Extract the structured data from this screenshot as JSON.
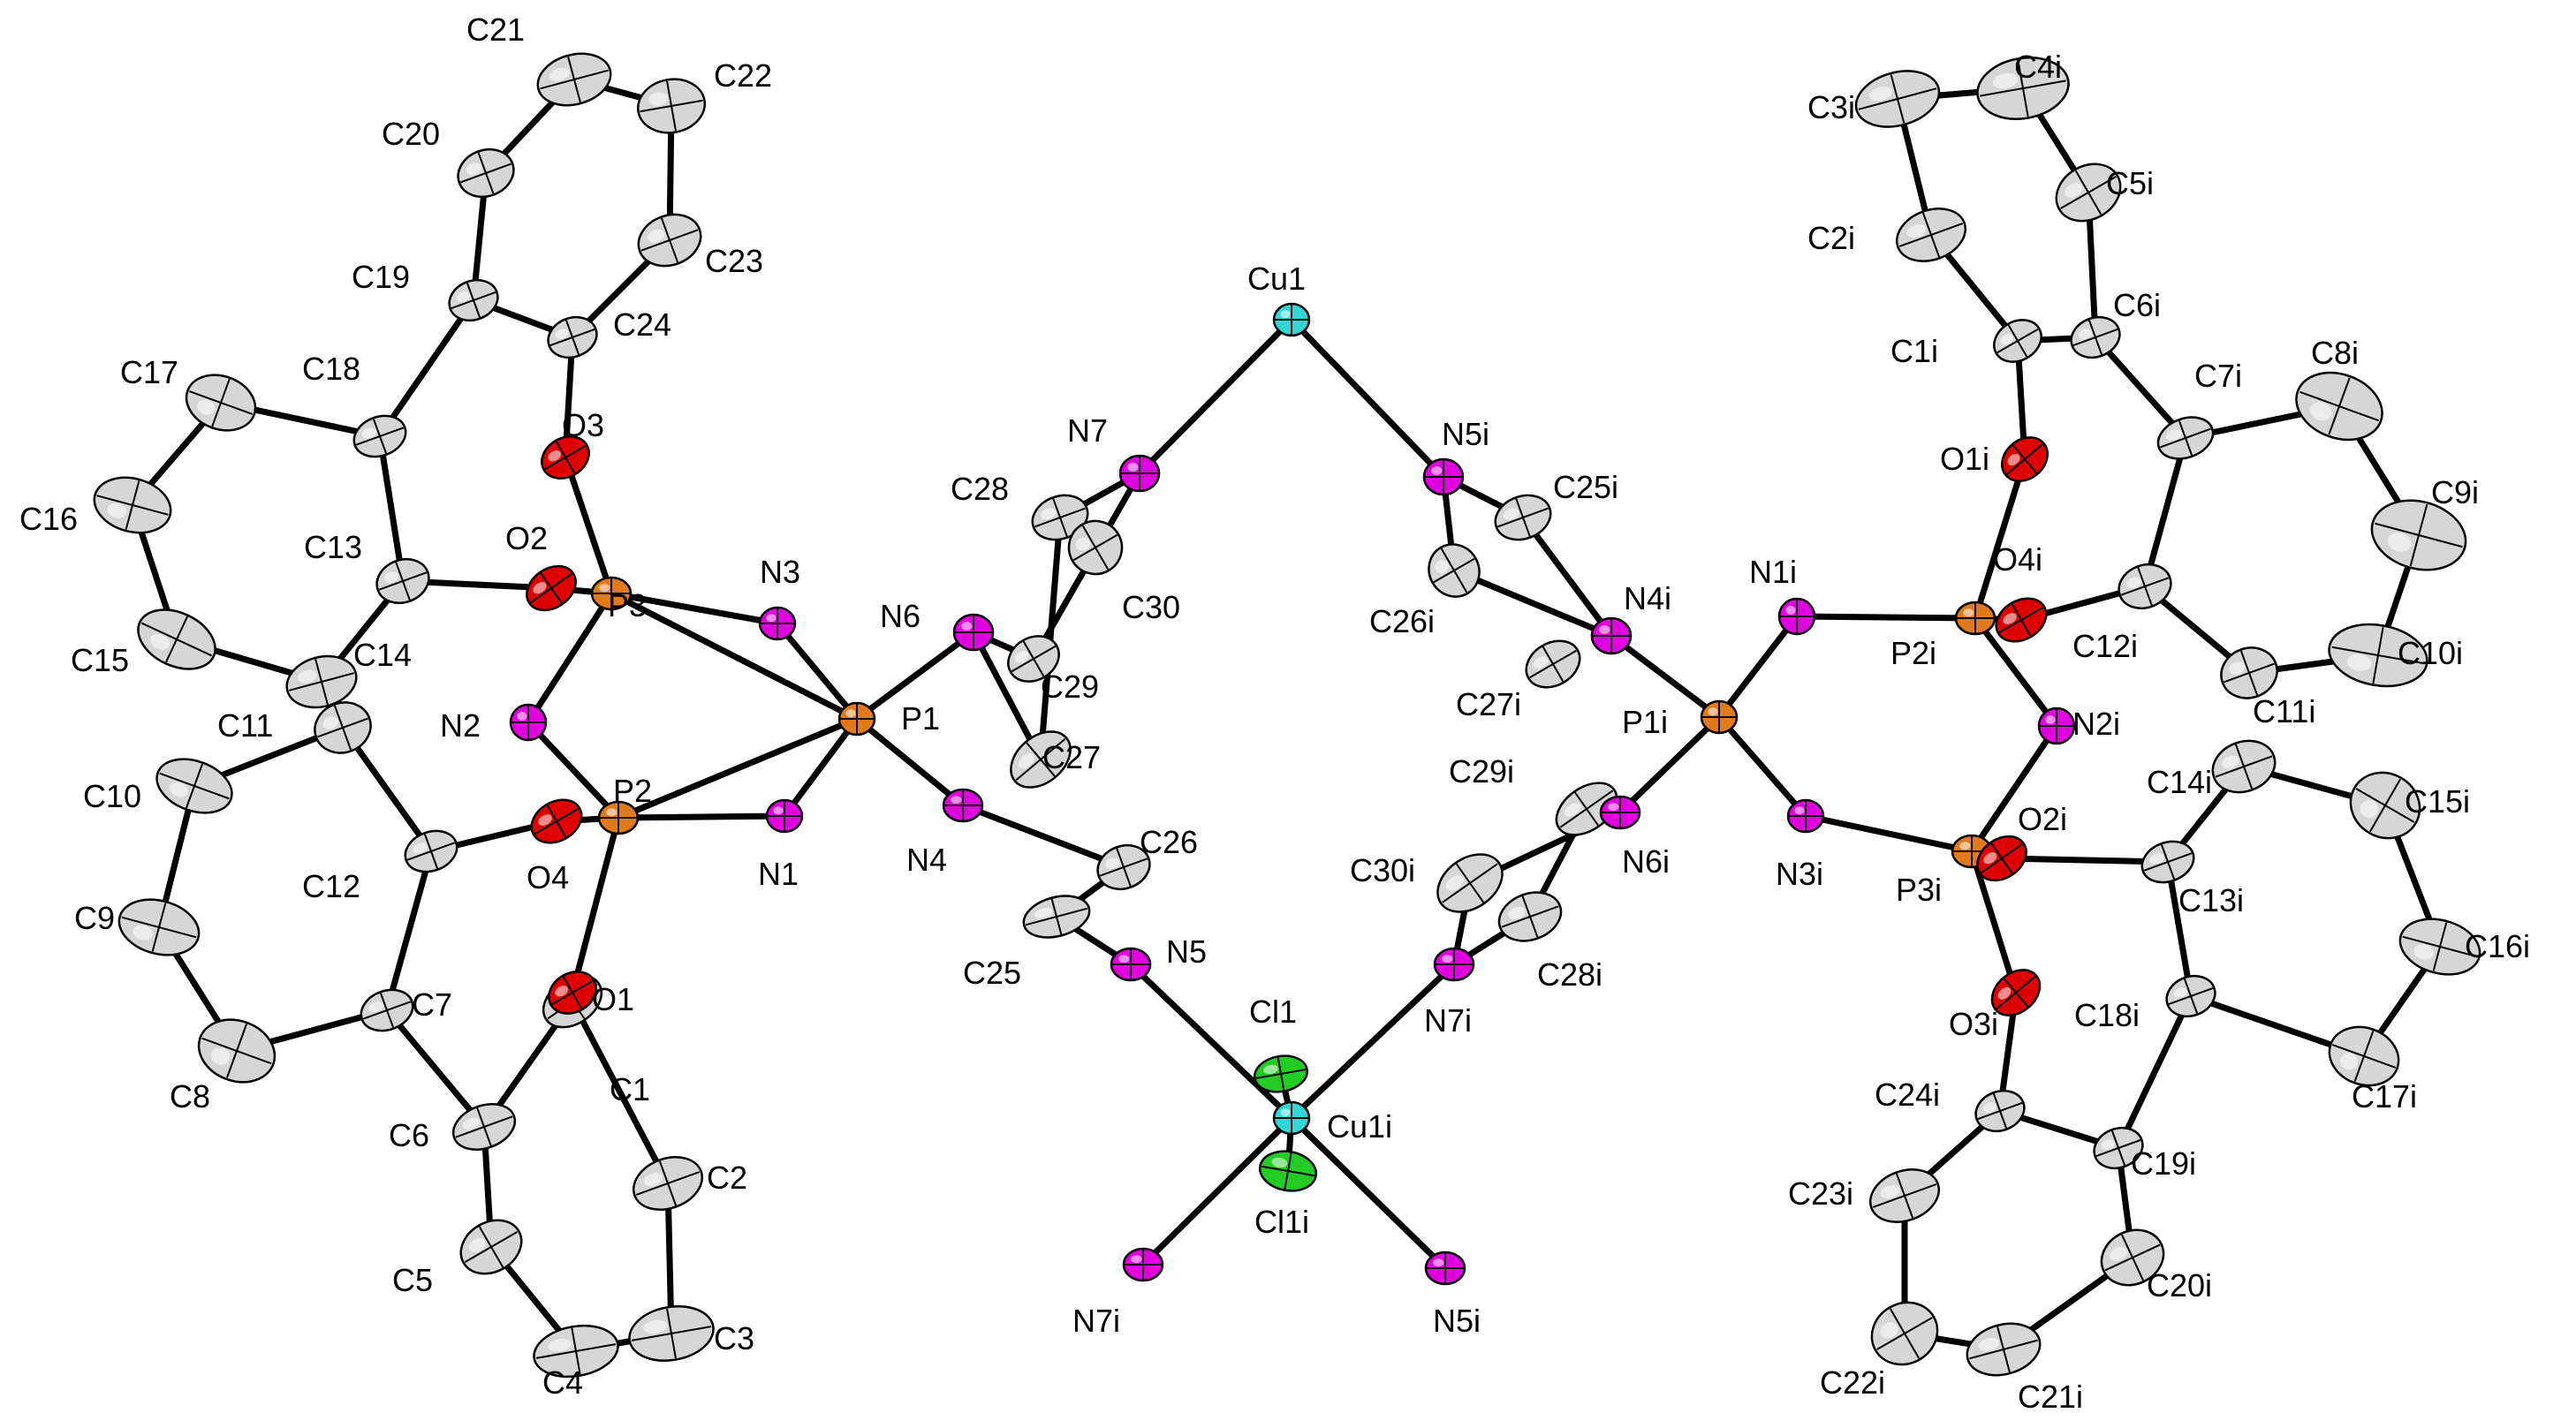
{
  "colors": {
    "background": "#ffffff",
    "bond": "#000000",
    "carbon": "#d6d6d6",
    "nitrogen": "#e000e0",
    "phosphorus": "#e07a1a",
    "oxygen": "#e00000",
    "copper": "#33d6d6",
    "chlorine": "#22cc22"
  },
  "atoms": [
    {
      "label": "C1",
      "element": "C"
    },
    {
      "label": "C2",
      "element": "C"
    },
    {
      "label": "C3",
      "element": "C"
    },
    {
      "label": "C4",
      "element": "C"
    },
    {
      "label": "C5",
      "element": "C"
    },
    {
      "label": "C6",
      "element": "C"
    },
    {
      "label": "C7",
      "element": "C"
    },
    {
      "label": "C8",
      "element": "C"
    },
    {
      "label": "C9",
      "element": "C"
    },
    {
      "label": "C10",
      "element": "C"
    },
    {
      "label": "C11",
      "element": "C"
    },
    {
      "label": "C12",
      "element": "C"
    },
    {
      "label": "C13",
      "element": "C"
    },
    {
      "label": "C14",
      "element": "C"
    },
    {
      "label": "C15",
      "element": "C"
    },
    {
      "label": "C16",
      "element": "C"
    },
    {
      "label": "C17",
      "element": "C"
    },
    {
      "label": "C18",
      "element": "C"
    },
    {
      "label": "C19",
      "element": "C"
    },
    {
      "label": "C20",
      "element": "C"
    },
    {
      "label": "C21",
      "element": "C"
    },
    {
      "label": "C22",
      "element": "C"
    },
    {
      "label": "C23",
      "element": "C"
    },
    {
      "label": "C24",
      "element": "C"
    },
    {
      "label": "O1",
      "element": "O"
    },
    {
      "label": "O2",
      "element": "O"
    },
    {
      "label": "O3",
      "element": "O"
    },
    {
      "label": "O4",
      "element": "O"
    },
    {
      "label": "P1",
      "element": "P"
    },
    {
      "label": "P2",
      "element": "P"
    },
    {
      "label": "P3",
      "element": "P"
    },
    {
      "label": "N1",
      "element": "N"
    },
    {
      "label": "N2",
      "element": "N"
    },
    {
      "label": "N3",
      "element": "N"
    },
    {
      "label": "N4",
      "element": "N"
    },
    {
      "label": "N5",
      "element": "N"
    },
    {
      "label": "N6",
      "element": "N"
    },
    {
      "label": "N7",
      "element": "N"
    },
    {
      "label": "C25",
      "element": "C"
    },
    {
      "label": "C26",
      "element": "C"
    },
    {
      "label": "C27",
      "element": "C"
    },
    {
      "label": "C28",
      "element": "C"
    },
    {
      "label": "C29",
      "element": "C"
    },
    {
      "label": "C30",
      "element": "C"
    },
    {
      "label": "Cu1",
      "element": "Cu"
    },
    {
      "label": "Cu1i",
      "element": "Cu"
    },
    {
      "label": "Cl1",
      "element": "Cl"
    },
    {
      "label": "Cl1i",
      "element": "Cl"
    },
    {
      "label": "N7i",
      "element": "N"
    },
    {
      "label": "N5i",
      "element": "N"
    },
    {
      "label": "N5i",
      "element": "N"
    },
    {
      "label": "N7i",
      "element": "N"
    },
    {
      "label": "C25i",
      "element": "C"
    },
    {
      "label": "C26i",
      "element": "C"
    },
    {
      "label": "C27i",
      "element": "C"
    },
    {
      "label": "C28i",
      "element": "C"
    },
    {
      "label": "C29i",
      "element": "C"
    },
    {
      "label": "C30i",
      "element": "C"
    },
    {
      "label": "N4i",
      "element": "N"
    },
    {
      "label": "N6i",
      "element": "N"
    },
    {
      "label": "P1i",
      "element": "P"
    },
    {
      "label": "N1i",
      "element": "N"
    },
    {
      "label": "N3i",
      "element": "N"
    },
    {
      "label": "P2i",
      "element": "P"
    },
    {
      "label": "P3i",
      "element": "P"
    },
    {
      "label": "N2i",
      "element": "N"
    },
    {
      "label": "O1i",
      "element": "O"
    },
    {
      "label": "O2i",
      "element": "O"
    },
    {
      "label": "O3i",
      "element": "O"
    },
    {
      "label": "O4i",
      "element": "O"
    },
    {
      "label": "C1i",
      "element": "C"
    },
    {
      "label": "C2i",
      "element": "C"
    },
    {
      "label": "C3i",
      "element": "C"
    },
    {
      "label": "C4i",
      "element": "C"
    },
    {
      "label": "C5i",
      "element": "C"
    },
    {
      "label": "C6i",
      "element": "C"
    },
    {
      "label": "C7i",
      "element": "C"
    },
    {
      "label": "C8i",
      "element": "C"
    },
    {
      "label": "C9i",
      "element": "C"
    },
    {
      "label": "C10i",
      "element": "C"
    },
    {
      "label": "C11i",
      "element": "C"
    },
    {
      "label": "C12i",
      "element": "C"
    },
    {
      "label": "C13i",
      "element": "C"
    },
    {
      "label": "C14i",
      "element": "C"
    },
    {
      "label": "C15i",
      "element": "C"
    },
    {
      "label": "C16i",
      "element": "C"
    },
    {
      "label": "C17i",
      "element": "C"
    },
    {
      "label": "C18i",
      "element": "C"
    },
    {
      "label": "C19i",
      "element": "C"
    },
    {
      "label": "C20i",
      "element": "C"
    },
    {
      "label": "C21i",
      "element": "C"
    },
    {
      "label": "C22i",
      "element": "C"
    },
    {
      "label": "C23i",
      "element": "C"
    },
    {
      "label": "C24i",
      "element": "C"
    }
  ]
}
